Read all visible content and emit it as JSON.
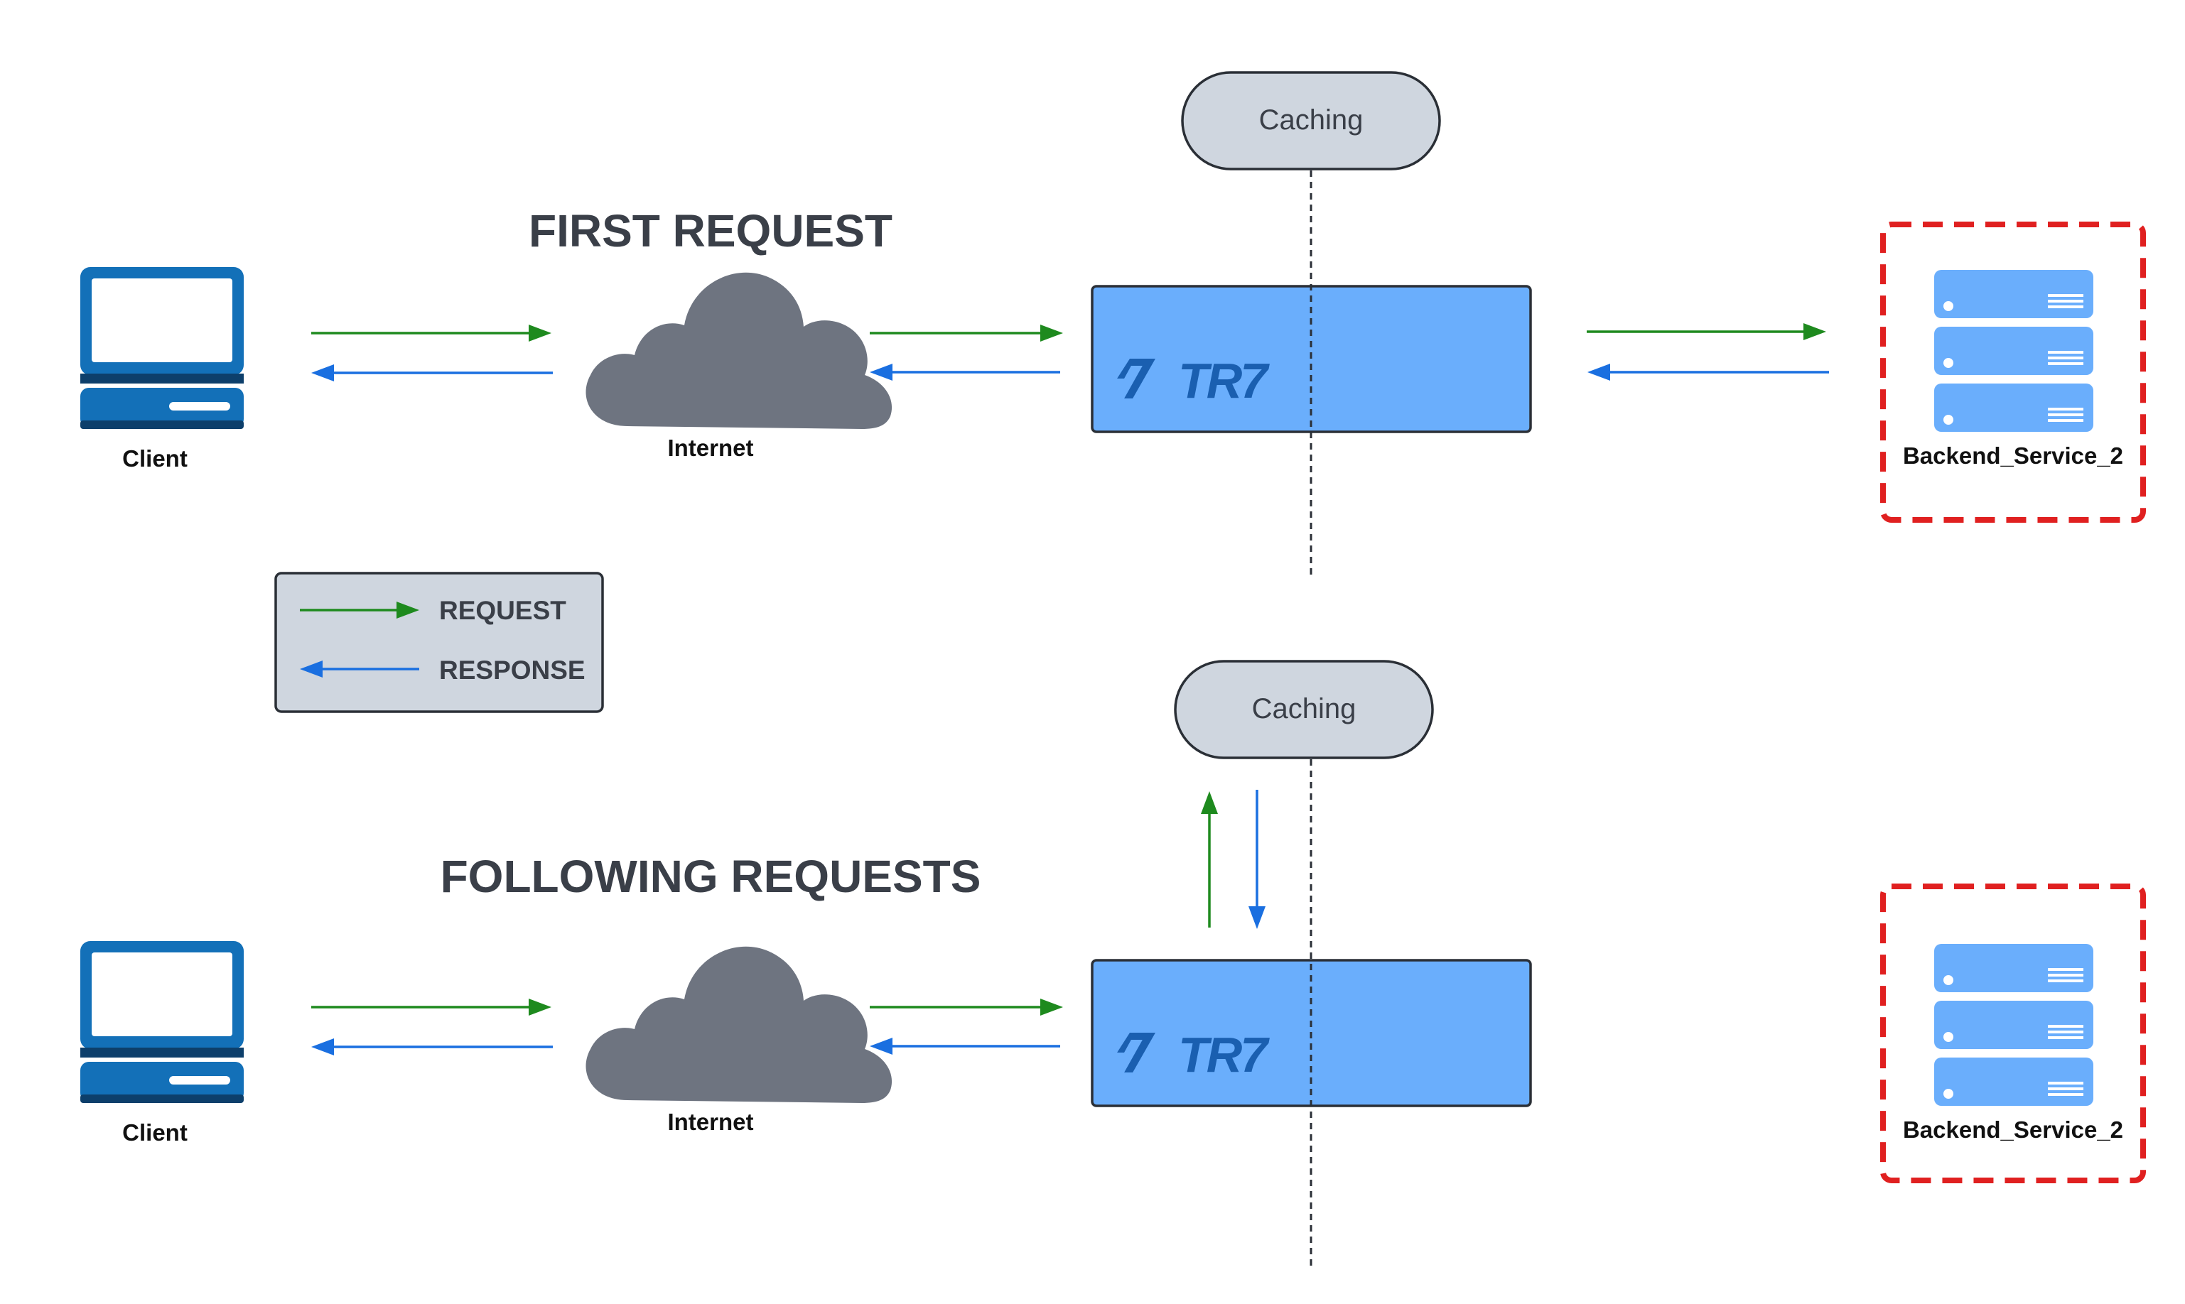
{
  "headings": {
    "first": "FIRST REQUEST",
    "following": "FOLLOWING REQUESTS"
  },
  "nodes": {
    "client": "Client",
    "internet": "Internet",
    "gateway_logo": "TR7",
    "caching": "Caching",
    "backend": "Backend_Service_2"
  },
  "legend": {
    "request": "REQUEST",
    "response": "RESPONSE"
  },
  "colors": {
    "request_arrow": "#1e8a1e",
    "response_arrow": "#1a6fe0",
    "gateway_fill": "#6aaefc",
    "cloud_fill": "#6e7480",
    "pill_fill": "#cfd6df",
    "backend_border": "#e02020",
    "server_fill": "#6aaefc",
    "client_fill": "#1370b8"
  }
}
